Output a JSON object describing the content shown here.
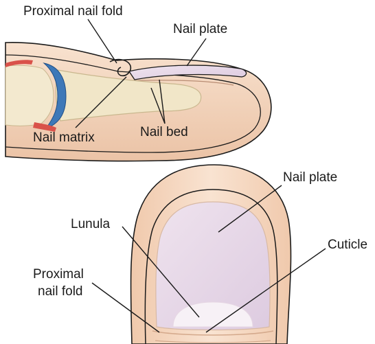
{
  "side_view": {
    "labels": {
      "proximal_nail_fold": "Proximal nail fold",
      "nail_plate": "Nail plate",
      "nail_matrix": "Nail matrix",
      "nail_bed": "Nail bed"
    }
  },
  "top_view": {
    "labels": {
      "nail_plate": "Nail plate",
      "lunula": "Lunula",
      "cuticle": "Cuticle",
      "proximal_nail_fold_line1": "Proximal",
      "proximal_nail_fold_line2": "nail fold"
    }
  },
  "colors": {
    "skin": "#f6d9c2",
    "skin_shadow": "#ecc1a3",
    "nail_plate": "#e9dbe8",
    "lunula": "#f7f1f6",
    "bone": "#f1e6c8",
    "joint_blue": "#3e78b8",
    "tissue_red": "#d9524a",
    "outline": "#1a1a1a"
  }
}
